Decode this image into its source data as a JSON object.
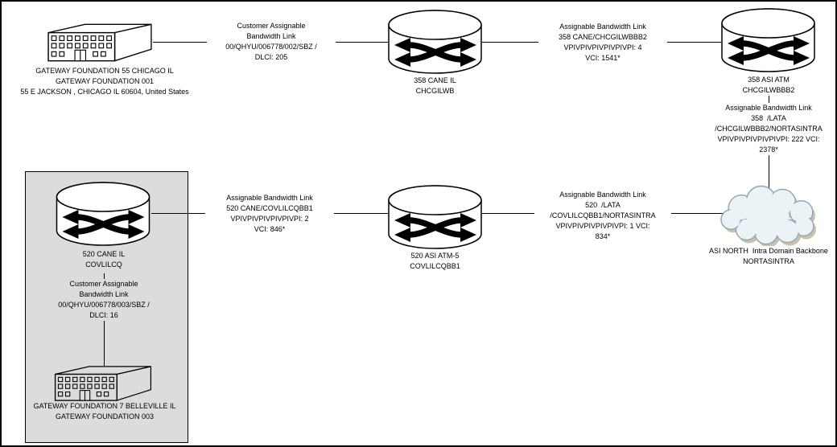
{
  "colors": {
    "background": "#ffffff",
    "outer_border": "#000000",
    "connector_line": "#000000",
    "group_box_fill": "#dcdcdc",
    "group_box_border": "#000000",
    "switch_icon": "#000000",
    "cloud_fill": "#ecf3f7",
    "cloud_stroke": "#93aab6",
    "cloud_shadow": "#c9c2a8"
  },
  "nodes": {
    "building_chicago": {
      "icon": "building-3d-icon",
      "lines": [
        "GATEWAY FOUNDATION 55 CHICAGO IL",
        "GATEWAY FOUNDATION 001",
        "55 E JACKSON , CHICAGO IL 60604, United States"
      ]
    },
    "switch_358_cane": {
      "icon": "atm-switch-icon",
      "lines": [
        "358 CANE IL",
        "CHCGILWB"
      ]
    },
    "switch_358_asi": {
      "icon": "atm-switch-icon",
      "lines": [
        "358 ASI ATM",
        "CHCGILWBBB2"
      ]
    },
    "cloud_nortasintra": {
      "icon": "cloud-icon",
      "lines": [
        "ASI NORTH  Intra Domain Backbone",
        "NORTASINTRA"
      ]
    },
    "switch_520_cane": {
      "icon": "atm-switch-icon",
      "lines": [
        "520 CANE IL",
        "COVLILCQ"
      ]
    },
    "switch_520_asi": {
      "icon": "atm-switch-icon",
      "lines": [
        "520 ASI ATM-5",
        "COVLILCQBB1"
      ]
    },
    "building_belleville": {
      "icon": "building-3d-icon",
      "lines": [
        "GATEWAY FOUNDATION 7 BELLEVILLE IL",
        "GATEWAY FOUNDATION 003"
      ]
    }
  },
  "links": {
    "chicago_to_358cane": {
      "lines": [
        "Customer Assignable",
        "Bandwidth Link",
        "00/QHYU/006778/002/SBZ /",
        "DLCI: 205"
      ]
    },
    "cane358_to_asi358": {
      "lines": [
        "Assignable Bandwidth Link",
        "358 CANE/CHCGILWBBB2",
        "VPIVPIVPIVPIVPIVPI: 4",
        "VCI: 1541*"
      ]
    },
    "asi358_to_cloud": {
      "lines": [
        "Assignable Bandwidth Link",
        "358  /LATA",
        "/CHCGILWBBB2/NORTASINTRA",
        "VPIVPIVPIVPIVPIVPI: 222 VCI:",
        "2378*"
      ]
    },
    "cane520_to_asi520": {
      "lines": [
        "Assignable Bandwidth Link",
        "520 CANE/COVLILCQBB1",
        "VPIVPIVPIVPIVPIVPI: 2",
        "VCI: 846*"
      ]
    },
    "asi520_to_cloud": {
      "lines": [
        "Assignable Bandwidth Link",
        "520  /LATA",
        "/COVLILCQBB1/NORTASINTRA",
        "VPIVPIVPIVPIVPIVPI: 1 VCI:",
        "834*"
      ]
    },
    "cane520_to_belleville": {
      "lines": [
        "Customer Assignable",
        "Bandwidth Link",
        "00/QHYU/006778/003/SBZ /",
        "DLCI: 16"
      ]
    }
  }
}
